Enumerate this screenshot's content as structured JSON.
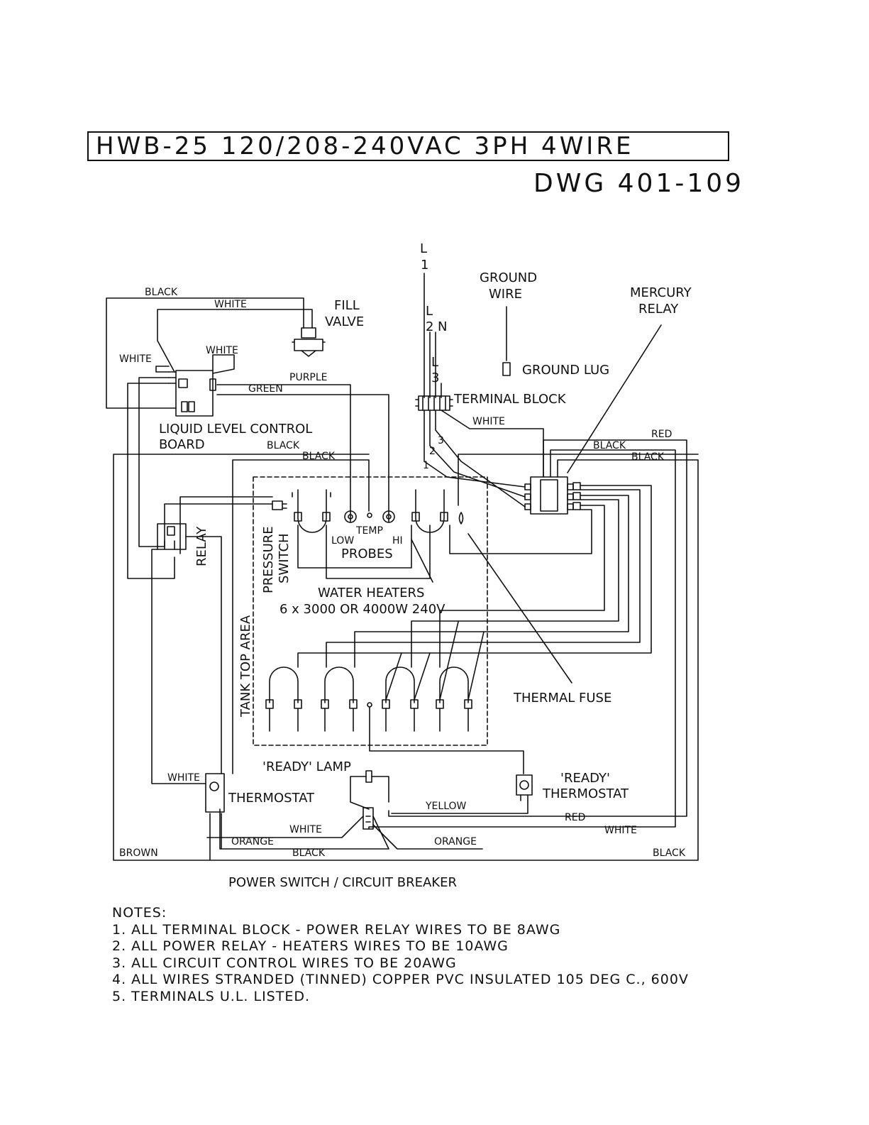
{
  "header": {
    "title": "HWB-25   120/208-240VAC 3PH 4WIRE",
    "drawing_number": "DWG 401-109"
  },
  "components": {
    "fill_valve": "FILL VALVE",
    "fill_valve_line1": "FILL",
    "fill_valve_line2": "VALVE",
    "ground_wire_line1": "GROUND",
    "ground_wire_line2": "WIRE",
    "ground_lug": "GROUND LUG",
    "mercury_relay_line1": "MERCURY",
    "mercury_relay_line2": "RELAY",
    "terminal_block": "TERMINAL BLOCK",
    "liquid_level_line1": "LIQUID LEVEL CONTROL",
    "liquid_level_line2": "BOARD",
    "relay": "RELAY",
    "pressure_switch_line1": "PRESSURE",
    "pressure_switch_line2": "SWITCH",
    "tank_top_area": "TANK TOP AREA",
    "probe_low": "LOW",
    "probe_temp": "TEMP",
    "probe_hi": "HI",
    "probes": "PROBES",
    "water_heaters_line1": "WATER HEATERS",
    "water_heaters_line2": "6 x 3000 OR 4000W 240V",
    "thermal_fuse": "THERMAL FUSE",
    "ready_lamp": "'READY' LAMP",
    "ready_thermostat_line1": "'READY'",
    "ready_thermostat_line2": "THERMOSTAT",
    "thermostat": "THERMOSTAT",
    "power_switch": "POWER SWITCH / CIRCUIT BREAKER"
  },
  "lines": {
    "l1_top": "L",
    "l1_num": "1",
    "l2_top": "L",
    "l2_num": "2",
    "neutral": "N",
    "l3_top": "L",
    "l3_num": "3",
    "tb1": "1",
    "tb2": "2",
    "tb3": "3"
  },
  "wires": {
    "black": "BLACK",
    "white": "WHITE",
    "purple": "PURPLE",
    "green": "GREEN",
    "red": "RED",
    "yellow": "YELLOW",
    "orange": "ORANGE",
    "brown": "BROWN"
  },
  "notes": {
    "heading": "NOTES:",
    "items": [
      "1. ALL TERMINAL BLOCK - POWER RELAY WIRES TO BE 8AWG",
      "2. ALL POWER RELAY - HEATERS WIRES TO BE 10AWG",
      "3. ALL CIRCUIT CONTROL WIRES TO BE 20AWG",
      "4. ALL WIRES STRANDED (TINNED) COPPER PVC INSULATED 105 DEG C., 600V",
      "5. TERMINALS U.L. LISTED."
    ]
  }
}
